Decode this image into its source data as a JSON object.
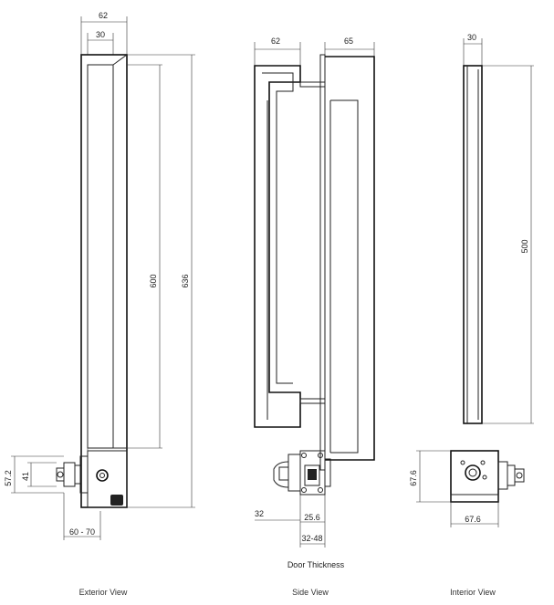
{
  "views": {
    "exterior": {
      "caption": "Exterior View",
      "dims": {
        "top_width": "62",
        "inner_width": "30",
        "inner_height": "600",
        "total_height": "636",
        "lock_height_outer": "57.2",
        "lock_height_inner": "41",
        "door_range": "60 - 70"
      }
    },
    "side": {
      "caption": "Side View",
      "door_thickness_label": "Door Thickness",
      "dims": {
        "left_width": "62",
        "right_width": "65",
        "offset": "32",
        "lock_depth": "25.6",
        "door_range": "32-48"
      }
    },
    "interior": {
      "caption": "Interior View",
      "dims": {
        "width": "30",
        "height": "500",
        "lock_height": "67.6",
        "lock_width": "67.6"
      }
    }
  },
  "colors": {
    "line": "#222222",
    "background": "#ffffff"
  }
}
